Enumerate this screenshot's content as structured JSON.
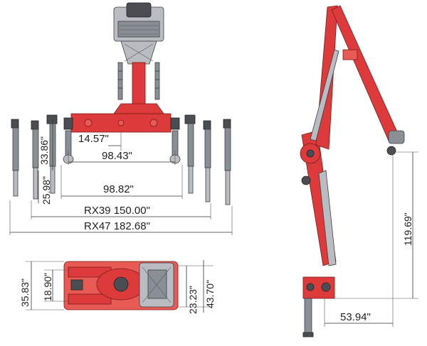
{
  "colors": {
    "crane_red": "#dd3b3b",
    "crane_red_light": "#e85a54",
    "steel_gray": "#8a8f96",
    "dimension_line": "#333333"
  },
  "front_view": {
    "dimensions": {
      "center_offset": "14.57\"",
      "inner_width_upper": "98.43\"",
      "inner_width_lower": "98.82\"",
      "rx39_width": "RX39 150.00\"",
      "rx47_width": "RX47 182.68\"",
      "leg_upper_height": "33.86\"",
      "leg_lower_height": "25.98\""
    }
  },
  "top_view": {
    "dimensions": {
      "left_outer_height": "35.83\"",
      "left_inner_height": "18.90\"",
      "right_inner_height": "23.23\"",
      "right_outer_height": "43.70\""
    }
  },
  "side_view": {
    "dimensions": {
      "boom_height": "119.69\"",
      "base_reach": "53.94\""
    }
  }
}
